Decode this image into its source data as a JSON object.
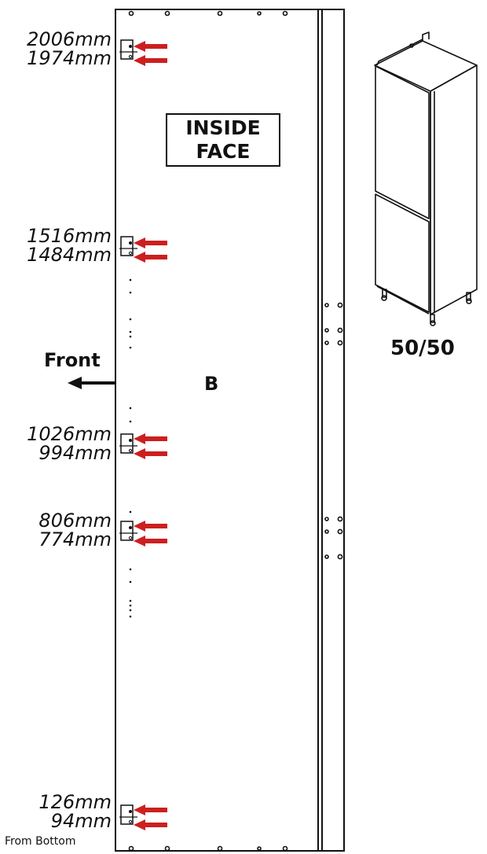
{
  "panel": {
    "label_line1": "INSIDE",
    "label_line2": "FACE",
    "letter": "B",
    "front_label": "Front",
    "from_bottom": "From Bottom"
  },
  "measurements": [
    {
      "upper": "2006mm",
      "lower": "1974mm"
    },
    {
      "upper": "1516mm",
      "lower": "1484mm"
    },
    {
      "upper": "1026mm",
      "lower": "994mm"
    },
    {
      "upper": "806mm",
      "lower": "774mm"
    },
    {
      "upper": "126mm",
      "lower": "94mm"
    }
  ],
  "cabinet": {
    "ratio_label": "50/50"
  },
  "colors": {
    "arrow": "#cc1f1f",
    "line": "#111111"
  }
}
